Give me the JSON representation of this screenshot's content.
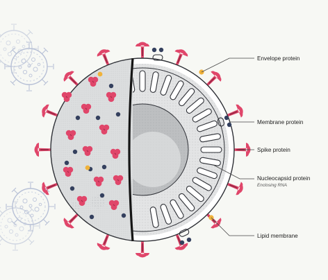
{
  "labels": {
    "envelope": "Envelope protein",
    "membrane": "Membrane protein",
    "spike": "Spike protein",
    "nucleocapsid": "Nucleocapsid protein",
    "nucleocapsid_sub": "Enclosing RNA",
    "lipid": "Lipid membrane"
  },
  "colors": {
    "background": "#f7f8f4",
    "spike": "#e0466a",
    "spike_dark": "#9e2a47",
    "navy": "#34405e",
    "yellow": "#f0b23a",
    "surface": "#dcdedf",
    "core": "#bdbfc1",
    "ghost_virus": "#b7c0d6",
    "leader_line": "#444444"
  },
  "icons": [
    "virus-outline-icon",
    "spike-protein-icon",
    "membrane-protein-icon",
    "envelope-protein-icon"
  ]
}
